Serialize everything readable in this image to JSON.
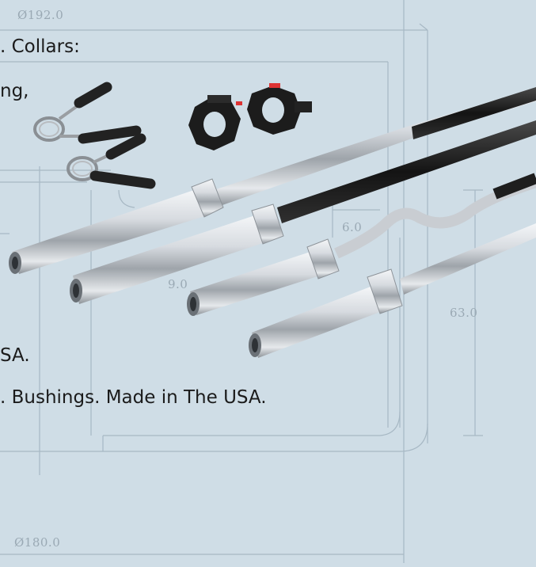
{
  "dimensions": {
    "top_diameter": "Ø192.0",
    "bottom_diameter": "Ø180.0",
    "right_height": "63.0",
    "sleeve_gap": "6.0",
    "sleeve_offset": "9.0"
  },
  "copy": {
    "line1": ". Collars:",
    "line2": "ng,",
    "line3": "SA.",
    "line4": ". Bushings. Made in The USA."
  },
  "colors": {
    "background": "#cfdde6",
    "drawing_line": "#9fb2bf",
    "chrome": "#c9cdd2",
    "shaft_black": "#1e1e1e"
  },
  "products": [
    "spring-clip-collar",
    "lockjaw-collar",
    "olympic-barbell",
    "black-shaft-barbell",
    "curl-ez-bar",
    "chrome-barbell"
  ]
}
